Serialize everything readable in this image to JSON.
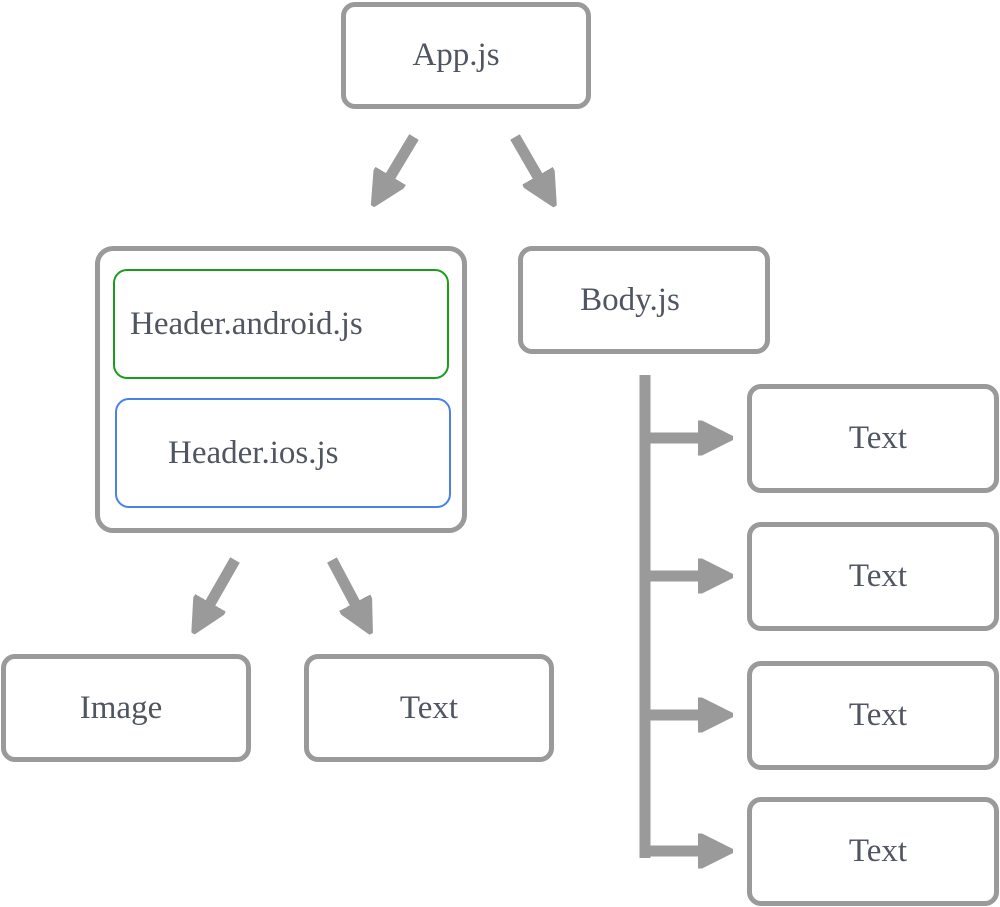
{
  "diagram": {
    "title": "React Native component tree",
    "colors": {
      "node_border": "#9a9a9a",
      "arrow": "#9a9a9a",
      "text": "#4f5561",
      "android_border": "#1a9e1a",
      "ios_border": "#4a80e8"
    },
    "nodes": {
      "app": "App.js",
      "header_android": "Header.android.js",
      "header_ios": "Header.ios.js",
      "body": "Body.js",
      "image": "Image",
      "header_text": "Text",
      "body_text_1": "Text",
      "body_text_2": "Text",
      "body_text_3": "Text",
      "body_text_4": "Text"
    },
    "edges": [
      {
        "from": "App.js",
        "to": "Header"
      },
      {
        "from": "App.js",
        "to": "Body.js"
      },
      {
        "from": "Header",
        "to": "Image"
      },
      {
        "from": "Header",
        "to": "Text"
      },
      {
        "from": "Body.js",
        "to": "Text 1"
      },
      {
        "from": "Body.js",
        "to": "Text 2"
      },
      {
        "from": "Body.js",
        "to": "Text 3"
      },
      {
        "from": "Body.js",
        "to": "Text 4"
      }
    ]
  }
}
